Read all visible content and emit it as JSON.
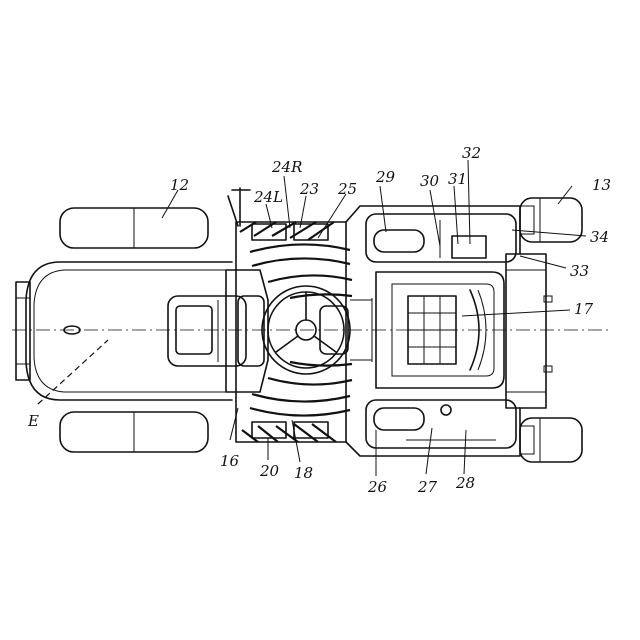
{
  "labels": {
    "l12": "12",
    "l13": "13",
    "l16": "16",
    "l17": "17",
    "l18": "18",
    "l20": "20",
    "l23": "23",
    "l24L": "24L",
    "l24R": "24R",
    "l25": "25",
    "l26": "26",
    "l27": "27",
    "l28": "28",
    "l29": "29",
    "l30": "30",
    "l31": "31",
    "l32": "32",
    "l33": "33",
    "l34": "34",
    "lE": "E"
  }
}
